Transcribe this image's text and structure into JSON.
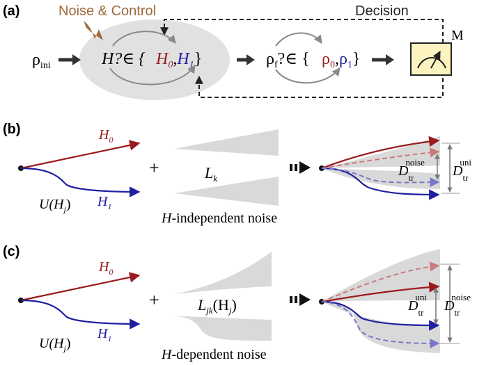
{
  "colors": {
    "red": "#9b1b1f",
    "blue": "#1f1fa0",
    "brown": "#9c6a3a",
    "gray": "#d9d9d9",
    "dark": "#3a3a3a",
    "meter_fill": "#fbf3c0"
  },
  "panel_a": {
    "label": "(a)",
    "noise_control": "Noise & Control",
    "decision": "Decision",
    "rho_ini": "ρ",
    "rho_ini_sub": "ini",
    "h_question": "H?∈ {",
    "h0": "H",
    "h0_sub": "0",
    "comma": ",",
    "h1": "H",
    "h1_sub": "1",
    "close_brace": "}",
    "rho_f": "ρ",
    "rho_f_sub": "f",
    "rho_f_question": "?∈ {",
    "rho0": "ρ",
    "rho0_sub": "0",
    "rho1": "ρ",
    "rho1_sub": "1",
    "meter_label": "M",
    "meter_icon": "meter-icon"
  },
  "panel_b": {
    "label": "(b)",
    "h0": "H",
    "h0_sub": "0",
    "h1": "H",
    "h1_sub": "1",
    "unitary": "U(H",
    "unitary_sub": "j",
    "unitary_close": ")",
    "plus": "+",
    "lk": "L",
    "lk_sub": "k",
    "noise_caption_h": "H",
    "noise_caption": "-independent noise",
    "d_noise": "D",
    "d_noise_sub": "tr",
    "d_noise_sup": "noise",
    "d_uni": "D",
    "d_uni_sub": "tr",
    "d_uni_sup": "uni"
  },
  "panel_c": {
    "label": "(c)",
    "h0": "H",
    "h0_sub": "0",
    "h1": "H",
    "h1_sub": "1",
    "unitary": "U(H",
    "unitary_sub": "j",
    "unitary_close": ")",
    "plus": "+",
    "ljk": "L",
    "ljk_sub": "jk",
    "ljk_arg": "(H",
    "ljk_arg_sub": "j",
    "ljk_close": ")",
    "noise_caption_h": "H",
    "noise_caption": "-dependent noise",
    "d_uni": "D",
    "d_uni_sub": "tr",
    "d_uni_sup": "uni",
    "d_noise": "D",
    "d_noise_sub": "tr",
    "d_noise_sup": "noise"
  }
}
